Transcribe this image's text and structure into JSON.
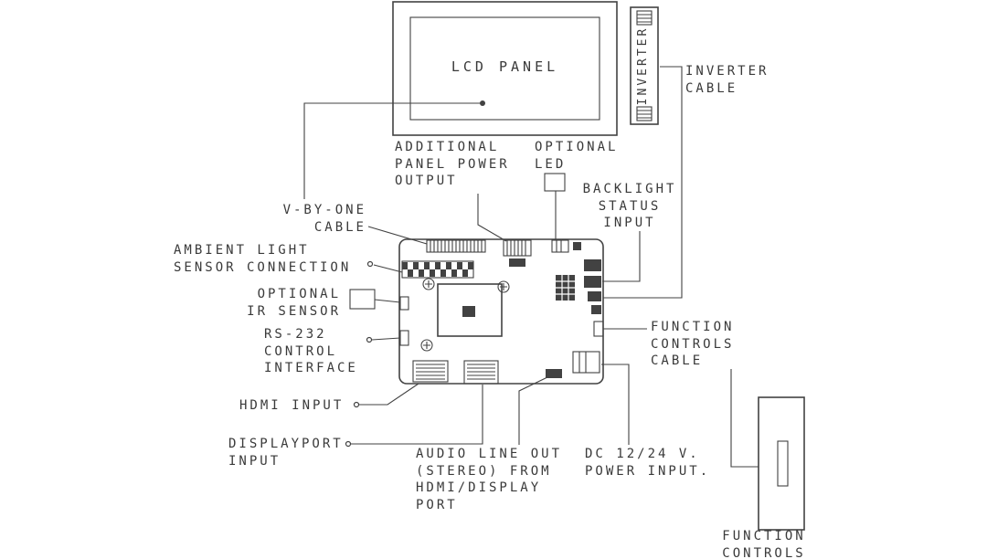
{
  "diagram": {
    "title": "LCD PANEL",
    "inverter_label": "INVERTER",
    "labels": {
      "inverter_cable": "INVERTER\nCABLE",
      "additional_panel_power": "ADDITIONAL\nPANEL POWER\nOUTPUT",
      "optional_led": "OPTIONAL\nLED",
      "backlight_status": "BACKLIGHT\nSTATUS\nINPUT",
      "v_by_one_cable": "V-BY-ONE\nCABLE",
      "ambient_light_sensor": "AMBIENT LIGHT\nSENSOR CONNECTION",
      "optional_ir_sensor": "OPTIONAL\nIR SENSOR",
      "rs232_control": "RS-232\nCONTROL\nINTERFACE",
      "hdmi_input": "HDMI INPUT",
      "displayport_input": "DISPLAYPORT\nINPUT",
      "audio_line_out": "AUDIO LINE OUT\n(STEREO) FROM\nHDMI/DISPLAY\nPORT",
      "dc_power_input": "DC 12/24 V.\nPOWER INPUT.",
      "function_controls_cable": "FUNCTION\nCONTROLS\nCABLE",
      "function_controls": "FUNCTION\nCONTROLS"
    },
    "colors": {
      "line": "#424242",
      "text": "#3a3a3a",
      "background": "#ffffff"
    }
  }
}
